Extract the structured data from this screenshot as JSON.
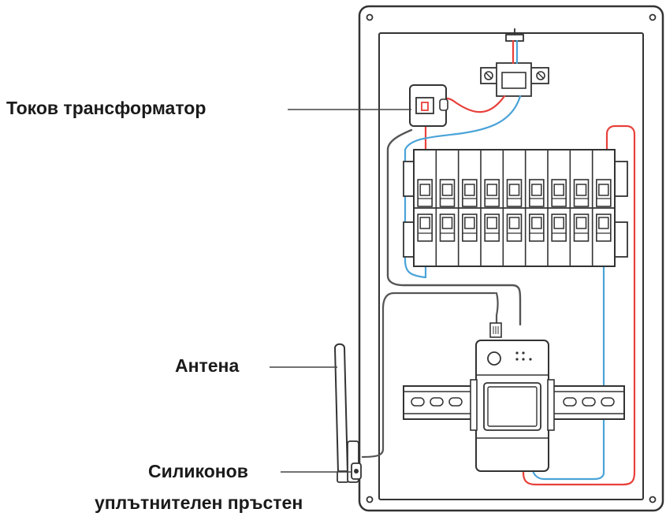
{
  "labels": {
    "current_transformer": "Токов трансформатор",
    "antenna": "Антена",
    "seal_line1": "Силиконов",
    "seal_line2": "уплътнителен пръстен"
  },
  "colors": {
    "line": "#444444",
    "live_wire": "#e8403a",
    "neutral_wire": "#4aa3d8",
    "signal_cable": "#555555"
  },
  "breaker_count": 9
}
